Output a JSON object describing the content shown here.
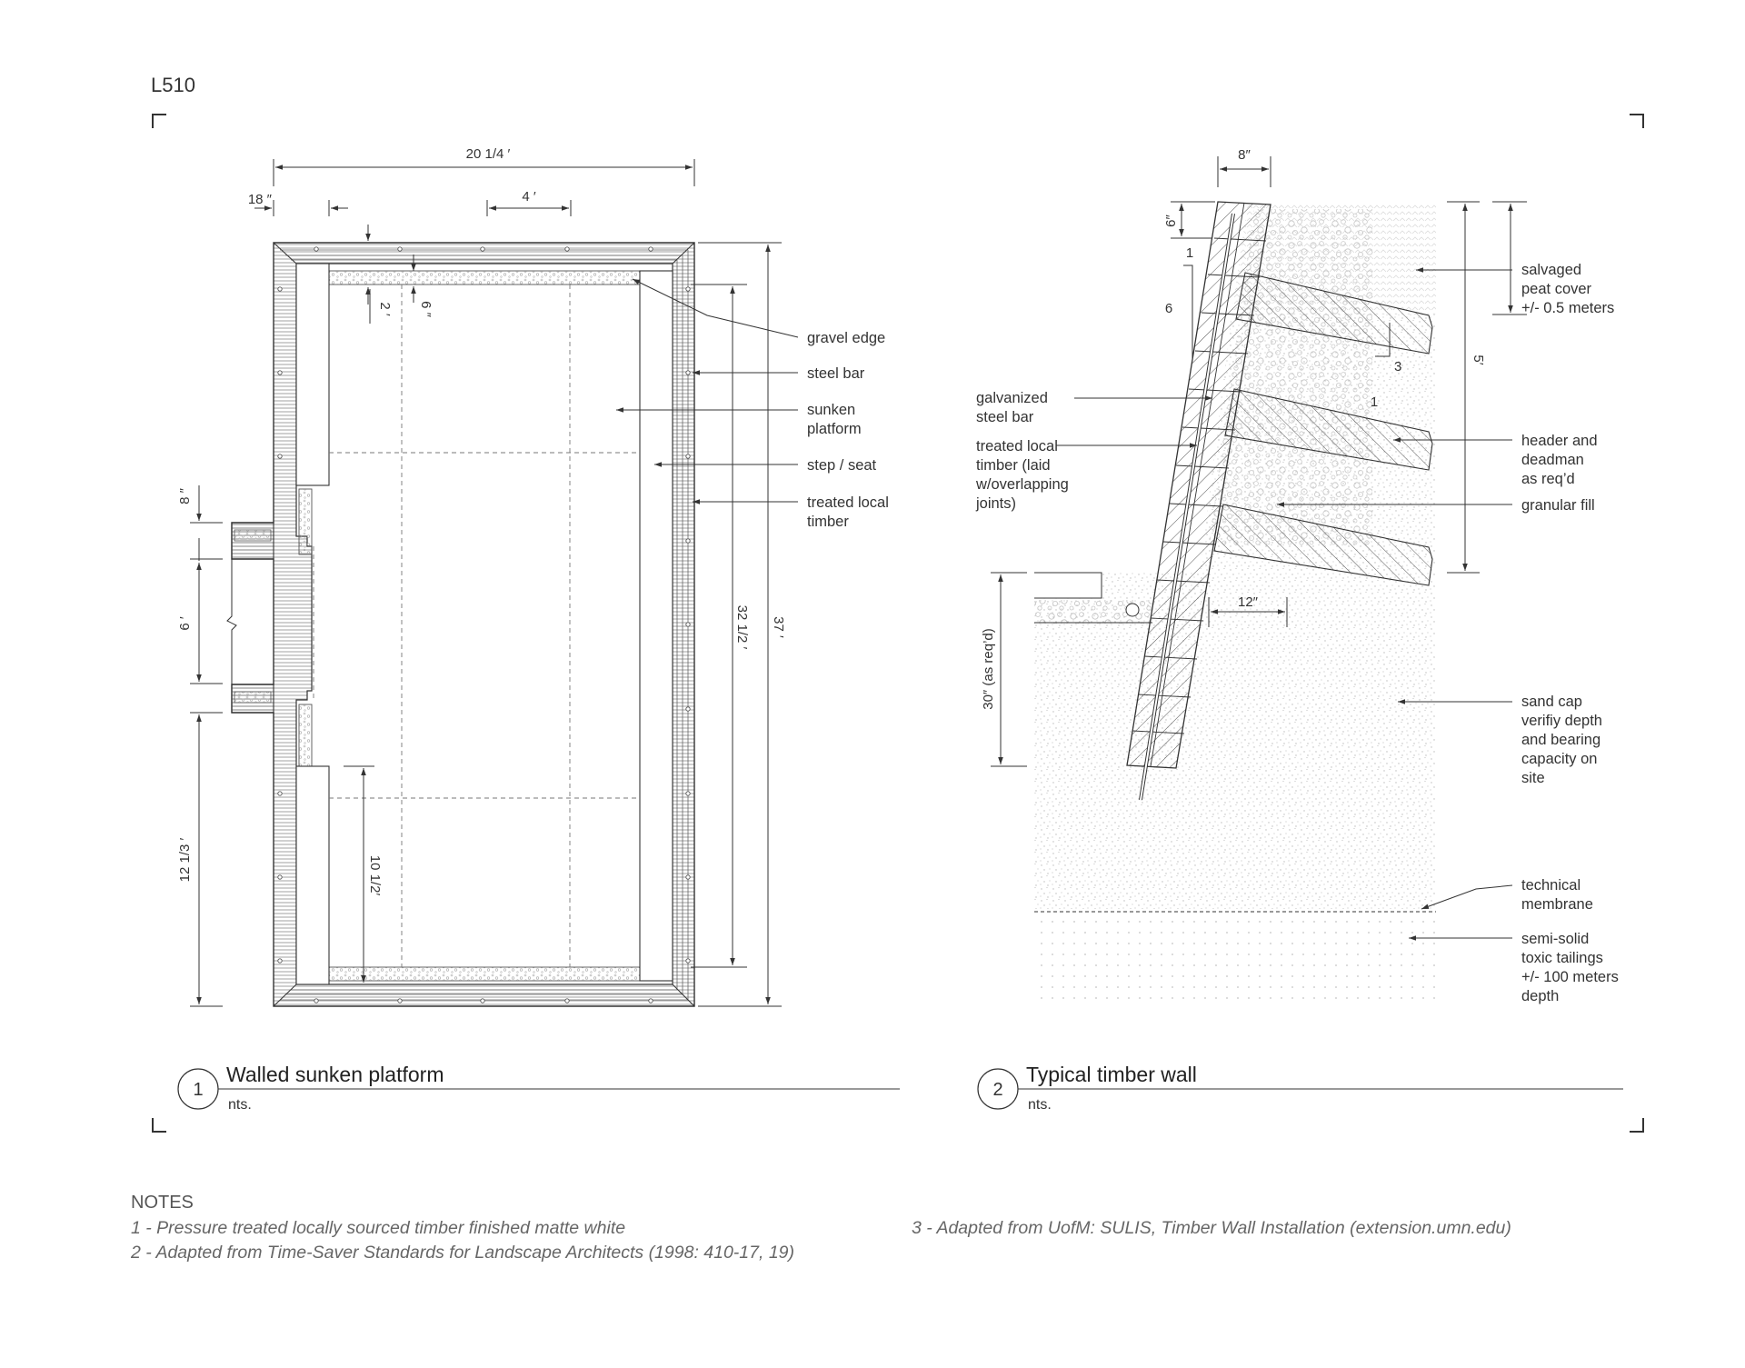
{
  "sheet": {
    "id": "L510"
  },
  "drawing1": {
    "number": "1",
    "title": "Walled sunken platform",
    "scale": "nts.",
    "dimensions": {
      "overall_width": "20 1/4 ′",
      "wall_thickness": "18 ″",
      "panel_width": "4 ′",
      "step_depth": "2 ′",
      "gravel_edge_width": "6 ″",
      "inner_length": "32 1/2 ′",
      "overall_length": "37 ′",
      "entry_wall": "8 ″",
      "entry_opening": "6 ′",
      "lower_wall": "12 1/3 ′",
      "seat_length": "10 1/2′"
    },
    "labels": {
      "gravel_edge": "gravel edge",
      "steel_bar": "steel bar",
      "sunken_platform": [
        "sunken",
        "platform"
      ],
      "step_seat": "step / seat",
      "treated_timber": [
        "treated local",
        "timber"
      ]
    }
  },
  "drawing2": {
    "number": "2",
    "title": "Typical timber wall",
    "scale": "nts.",
    "dimensions": {
      "timber_width": "8″",
      "cap_height": "6″",
      "batter_run": "1",
      "batter_rise": "6",
      "slope_rise": "3",
      "slope_run": "1",
      "backfill_height": "5′",
      "toe_offset": "12″",
      "embedment": "30″ (as req’d)"
    },
    "labels": {
      "galvanized": [
        "galvanized",
        "steel bar"
      ],
      "treated_timber": [
        "treated local",
        "timber (laid",
        "w/overlapping",
        "joints)"
      ],
      "peat_cover": [
        "salvaged",
        "peat cover",
        "+/- 0.5 meters"
      ],
      "header_deadman": [
        "header and",
        "deadman",
        "as req’d"
      ],
      "granular_fill": "granular fill",
      "sand_cap": [
        "sand cap",
        "verifiy depth",
        "and bearing",
        "capacity on",
        "site"
      ],
      "membrane": [
        "technical",
        "membrane"
      ],
      "tailings": [
        "semi-solid",
        "toxic tailings",
        "+/- 100 meters",
        "depth"
      ]
    }
  },
  "notes": {
    "heading": "NOTES",
    "items": [
      "1 - Pressure treated locally sourced timber finished matte white",
      "2 - Adapted from Time-Saver Standards for Landscape Architects (1998: 410-17, 19)",
      "3 - Adapted from UofM: SULIS, Timber Wall Installation (extension.umn.edu)"
    ]
  },
  "colors": {
    "ink": "#333333",
    "hatch": "#555555",
    "fill_dots": "#bbbbbb"
  }
}
